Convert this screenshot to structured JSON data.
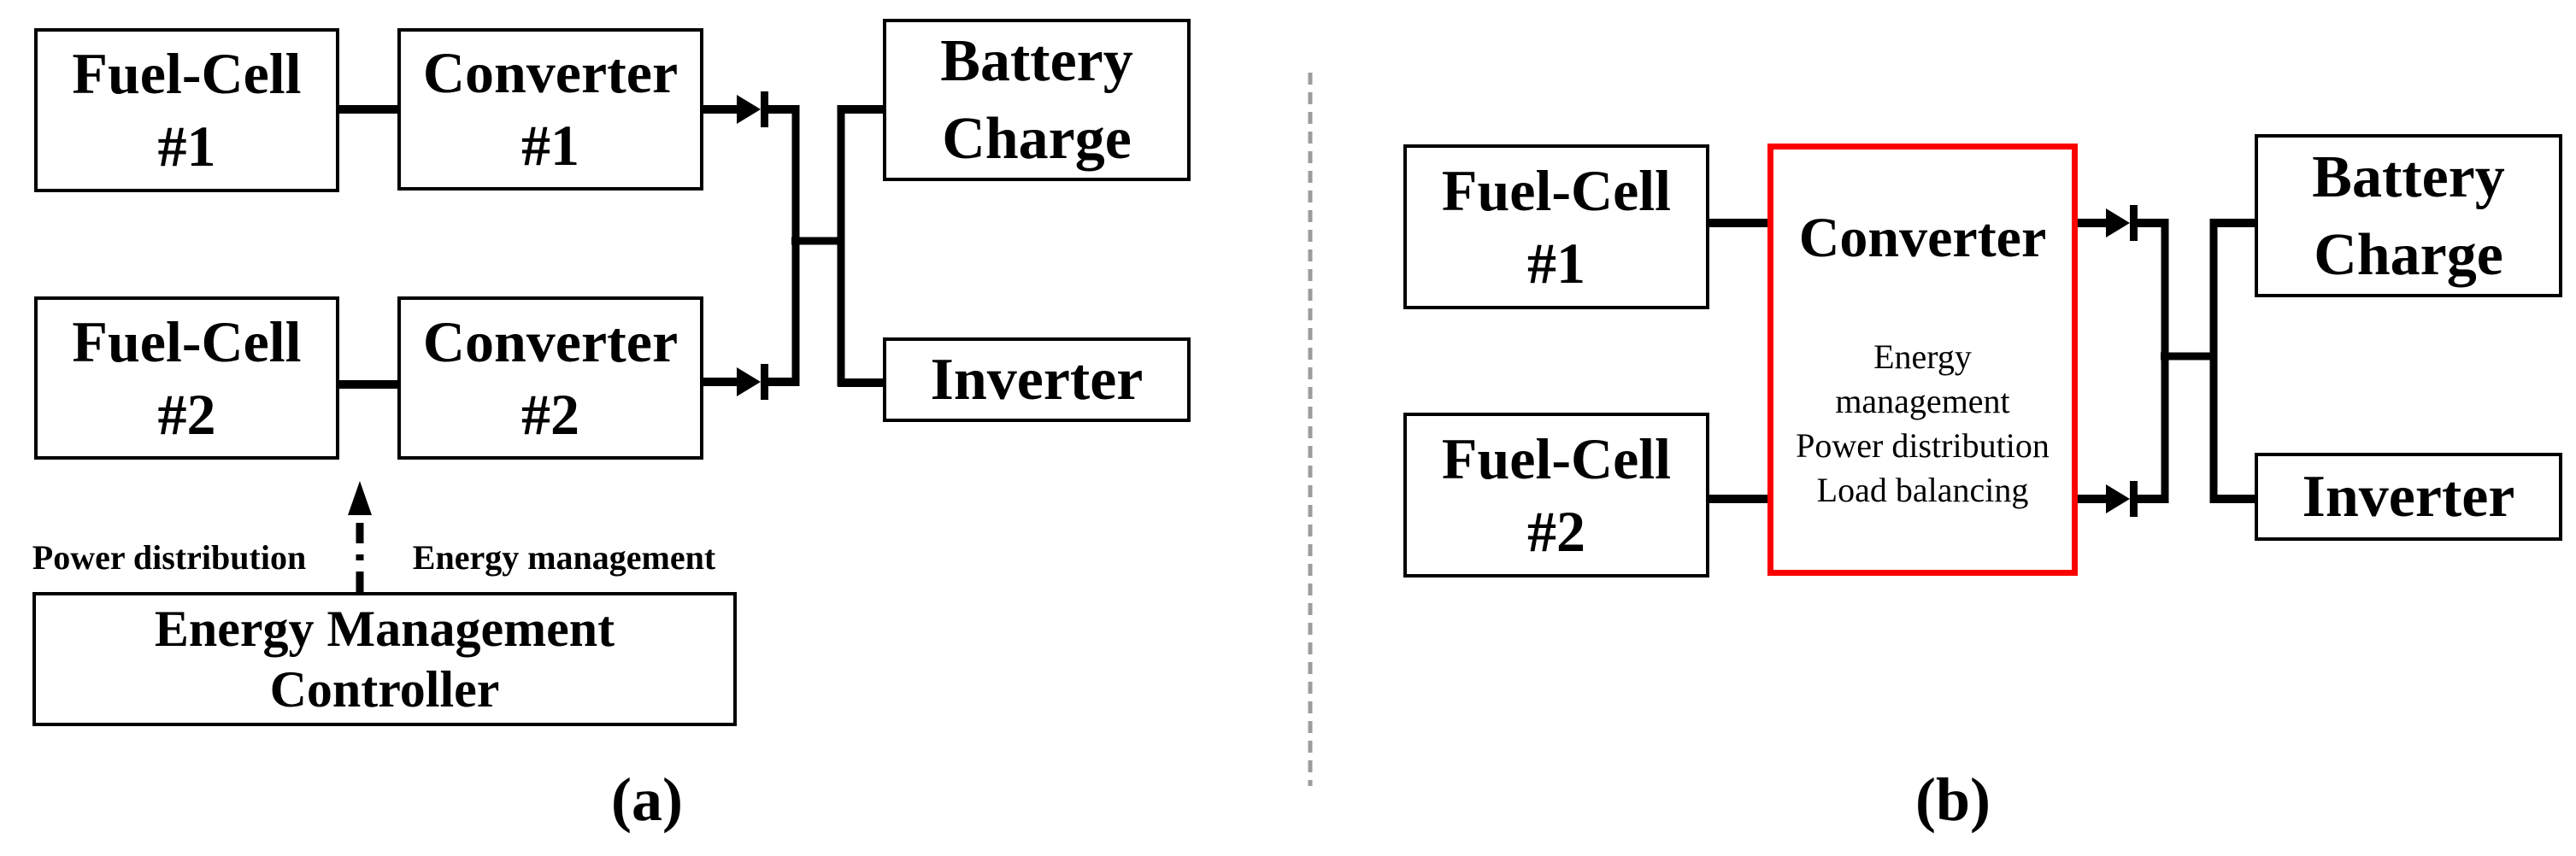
{
  "panel_a": {
    "caption": "(a)",
    "fuel_cell_1": {
      "line1": "Fuel-Cell",
      "line2": "#1"
    },
    "converter_1": {
      "line1": "Converter",
      "line2": "#1"
    },
    "fuel_cell_2": {
      "line1": "Fuel-Cell",
      "line2": "#2"
    },
    "converter_2": {
      "line1": "Converter",
      "line2": "#2"
    },
    "battery": {
      "line1": "Battery",
      "line2": "Charge"
    },
    "inverter": {
      "label": "Inverter"
    },
    "controller": {
      "line1": "Energy Management",
      "line2": "Controller"
    },
    "arrow_labels": {
      "left": "Power distribution",
      "right": "Energy management"
    }
  },
  "panel_b": {
    "caption": "(b)",
    "fuel_cell_1": {
      "line1": "Fuel-Cell",
      "line2": "#1"
    },
    "fuel_cell_2": {
      "line1": "Fuel-Cell",
      "line2": "#2"
    },
    "converter": {
      "title": "Converter",
      "functions": [
        "Energy",
        "management",
        "Power distribution",
        "Load balancing"
      ]
    },
    "battery": {
      "line1": "Battery",
      "line2": "Charge"
    },
    "inverter": {
      "label": "Inverter"
    }
  },
  "colors": {
    "wire": "#000000",
    "converter_highlight": "#fa0000",
    "panel_divider": "#9c9c9c"
  }
}
